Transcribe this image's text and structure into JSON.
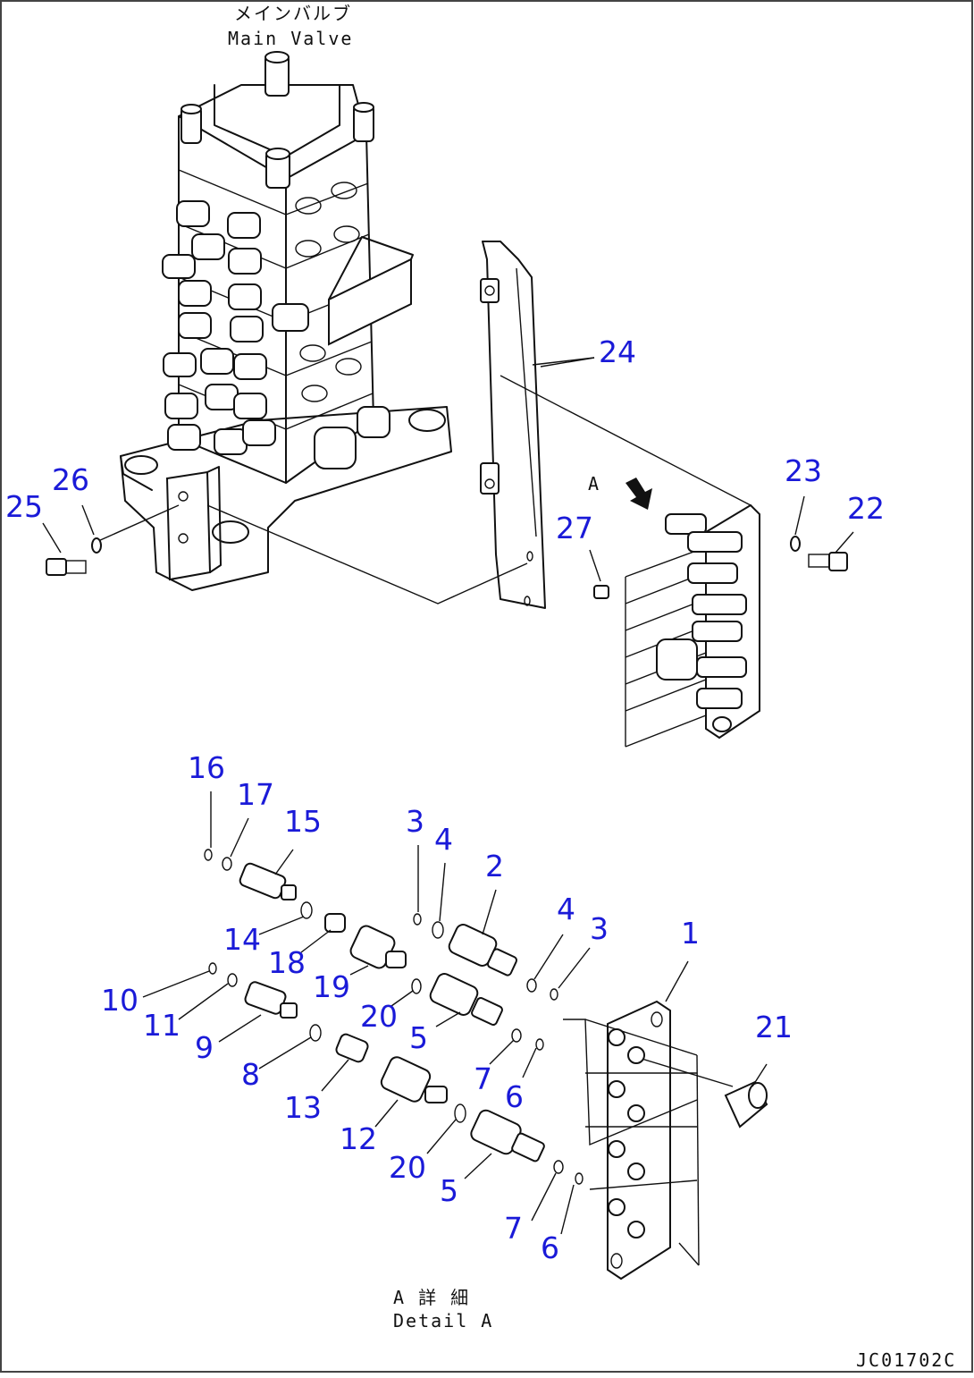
{
  "header": {
    "title_jp": "メインバルブ",
    "title_en": "Main Valve"
  },
  "detail": {
    "label": "A",
    "caption_jp": "A 詳 細",
    "caption_en": "Detail A"
  },
  "drawing_code": "JC01702C",
  "callouts": [
    "1",
    "2",
    "3",
    "4",
    "5",
    "6",
    "7",
    "8",
    "9",
    "10",
    "11",
    "12",
    "13",
    "14",
    "15",
    "16",
    "17",
    "18",
    "19",
    "20",
    "21",
    "22",
    "23",
    "24",
    "25",
    "26",
    "27"
  ],
  "colors": {
    "callout": "#1a1ad8",
    "line": "#111111",
    "background": "#ffffff"
  }
}
